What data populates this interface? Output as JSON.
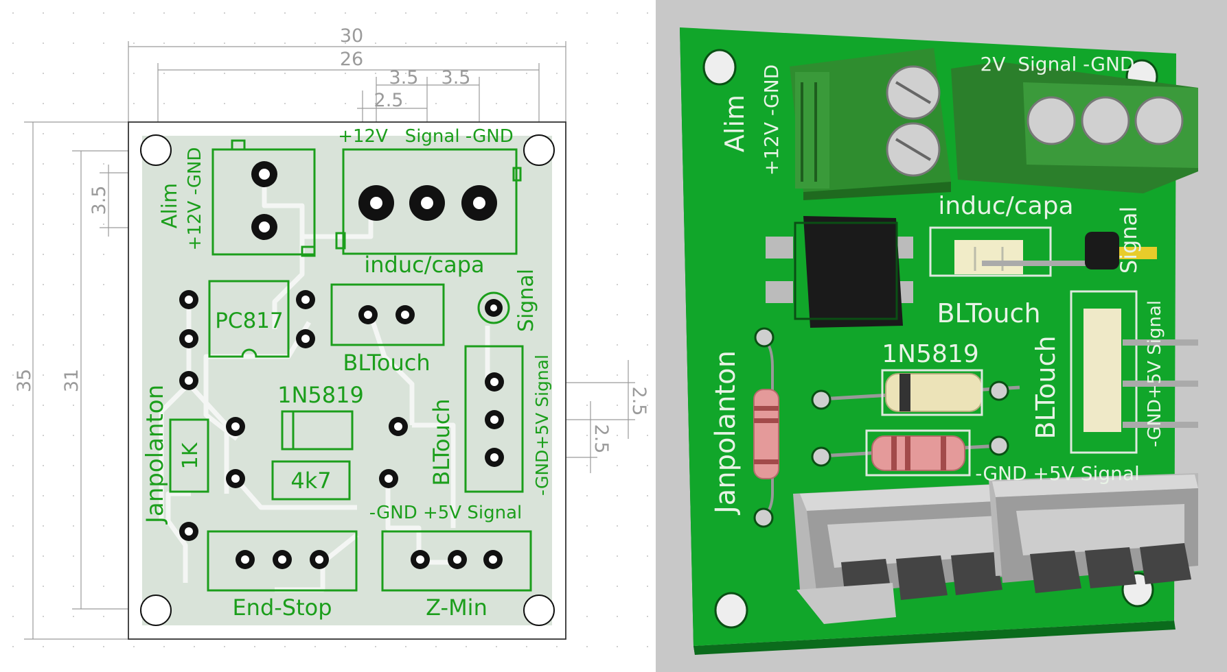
{
  "colors": {
    "silk": "#1b9e1b",
    "board_bg": "#d9e3d9",
    "dimension": "#9a9a9a",
    "pcb_green": "#11a62a",
    "viewer_bg": "#c8c8c8",
    "terminal_green": "#2f8d2f"
  },
  "dimensions": {
    "d30": "30",
    "d26": "26",
    "d3_5a": "3.5",
    "d3_5b": "3.5",
    "d2_5top": "2.5",
    "d35": "35",
    "d31": "31",
    "d3_5left": "3.5",
    "d2_5right": "2.5",
    "d2_5right2": "2.5"
  },
  "layout2d": {
    "alim": "Alim",
    "alim_pins": "+12V  -GND",
    "sensor_pins": "+12V   Signal -GND",
    "induc": "induc/capa",
    "pc817": "PC817",
    "bltouch_h": "BLTouch",
    "signal_v": "Signal",
    "bltouch_pins": "-GND+5V Signal",
    "bltouch_v": "BLTouch",
    "diode": "1N5819",
    "resistor_1k": "1K",
    "resistor_4k7": "4k7",
    "author": "Janpolanton",
    "end_stop_pins": "-GND +5V Signal",
    "end_stop": "End-Stop",
    "z_min": "Z-Min"
  },
  "render3d": {
    "alim": "Alim",
    "alim_pins": "+12V -GND",
    "sensor_pins": "2V  Signal -GND",
    "induc": "induc/capa",
    "bltouch_h": "BLTouch",
    "signal_v": "Signal",
    "diode": "1N5819",
    "bltouch_v": "BLTouch",
    "bltouch_pins": "-GND+5V Signal",
    "author": "Janpolanton",
    "end_stop_pins": "-GND +5V Signal"
  }
}
